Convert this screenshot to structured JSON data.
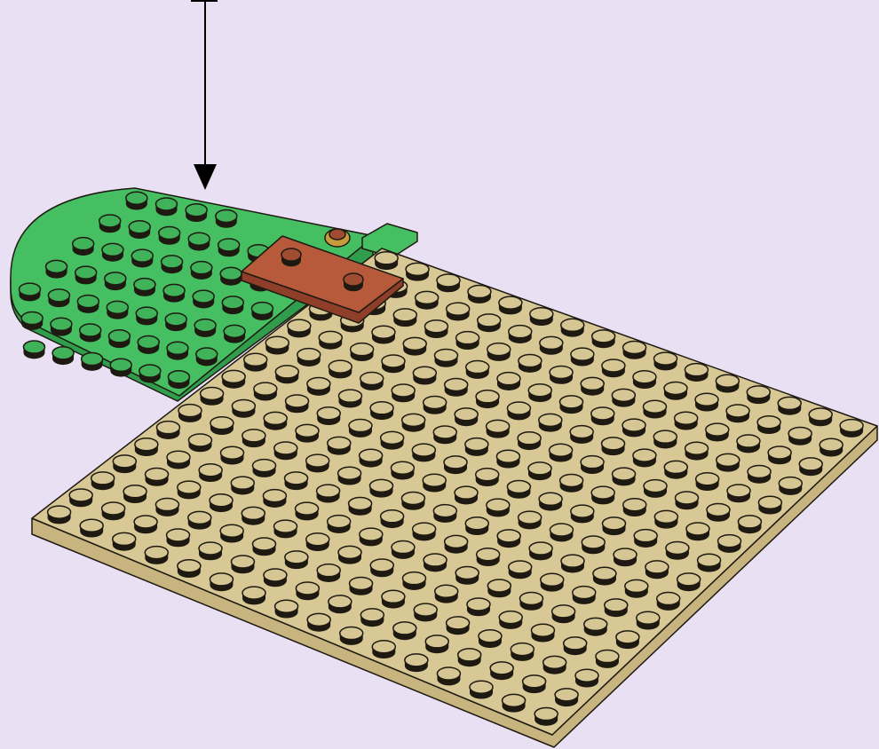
{
  "colors": {
    "background": "#e9e0f3",
    "baseplate_top": "#d8c896",
    "baseplate_side": "#c7b47e",
    "baseplate_stud": "#d6c693",
    "green_plate": "#45bf62",
    "green_plate_side": "#2f9d4b",
    "green_stud": "#3fb25a",
    "brown_plate": "#b75a3c",
    "brown_plate_side": "#8f3f29",
    "brown_stud": "#a04c31",
    "connector_gold": "#c79a3c",
    "outline": "#1e1a12",
    "arrow": "#000000"
  },
  "instruction": {
    "arrow_icon": "down-arrow"
  },
  "parts": {
    "baseplate": {
      "studs_across": 16,
      "studs_deep": 16
    },
    "green_half_round_plate": {
      "studs_across": 8,
      "studs_deep": 6
    },
    "brown_plate_1x2": {
      "studs_across": 2,
      "studs_deep": 1
    }
  }
}
